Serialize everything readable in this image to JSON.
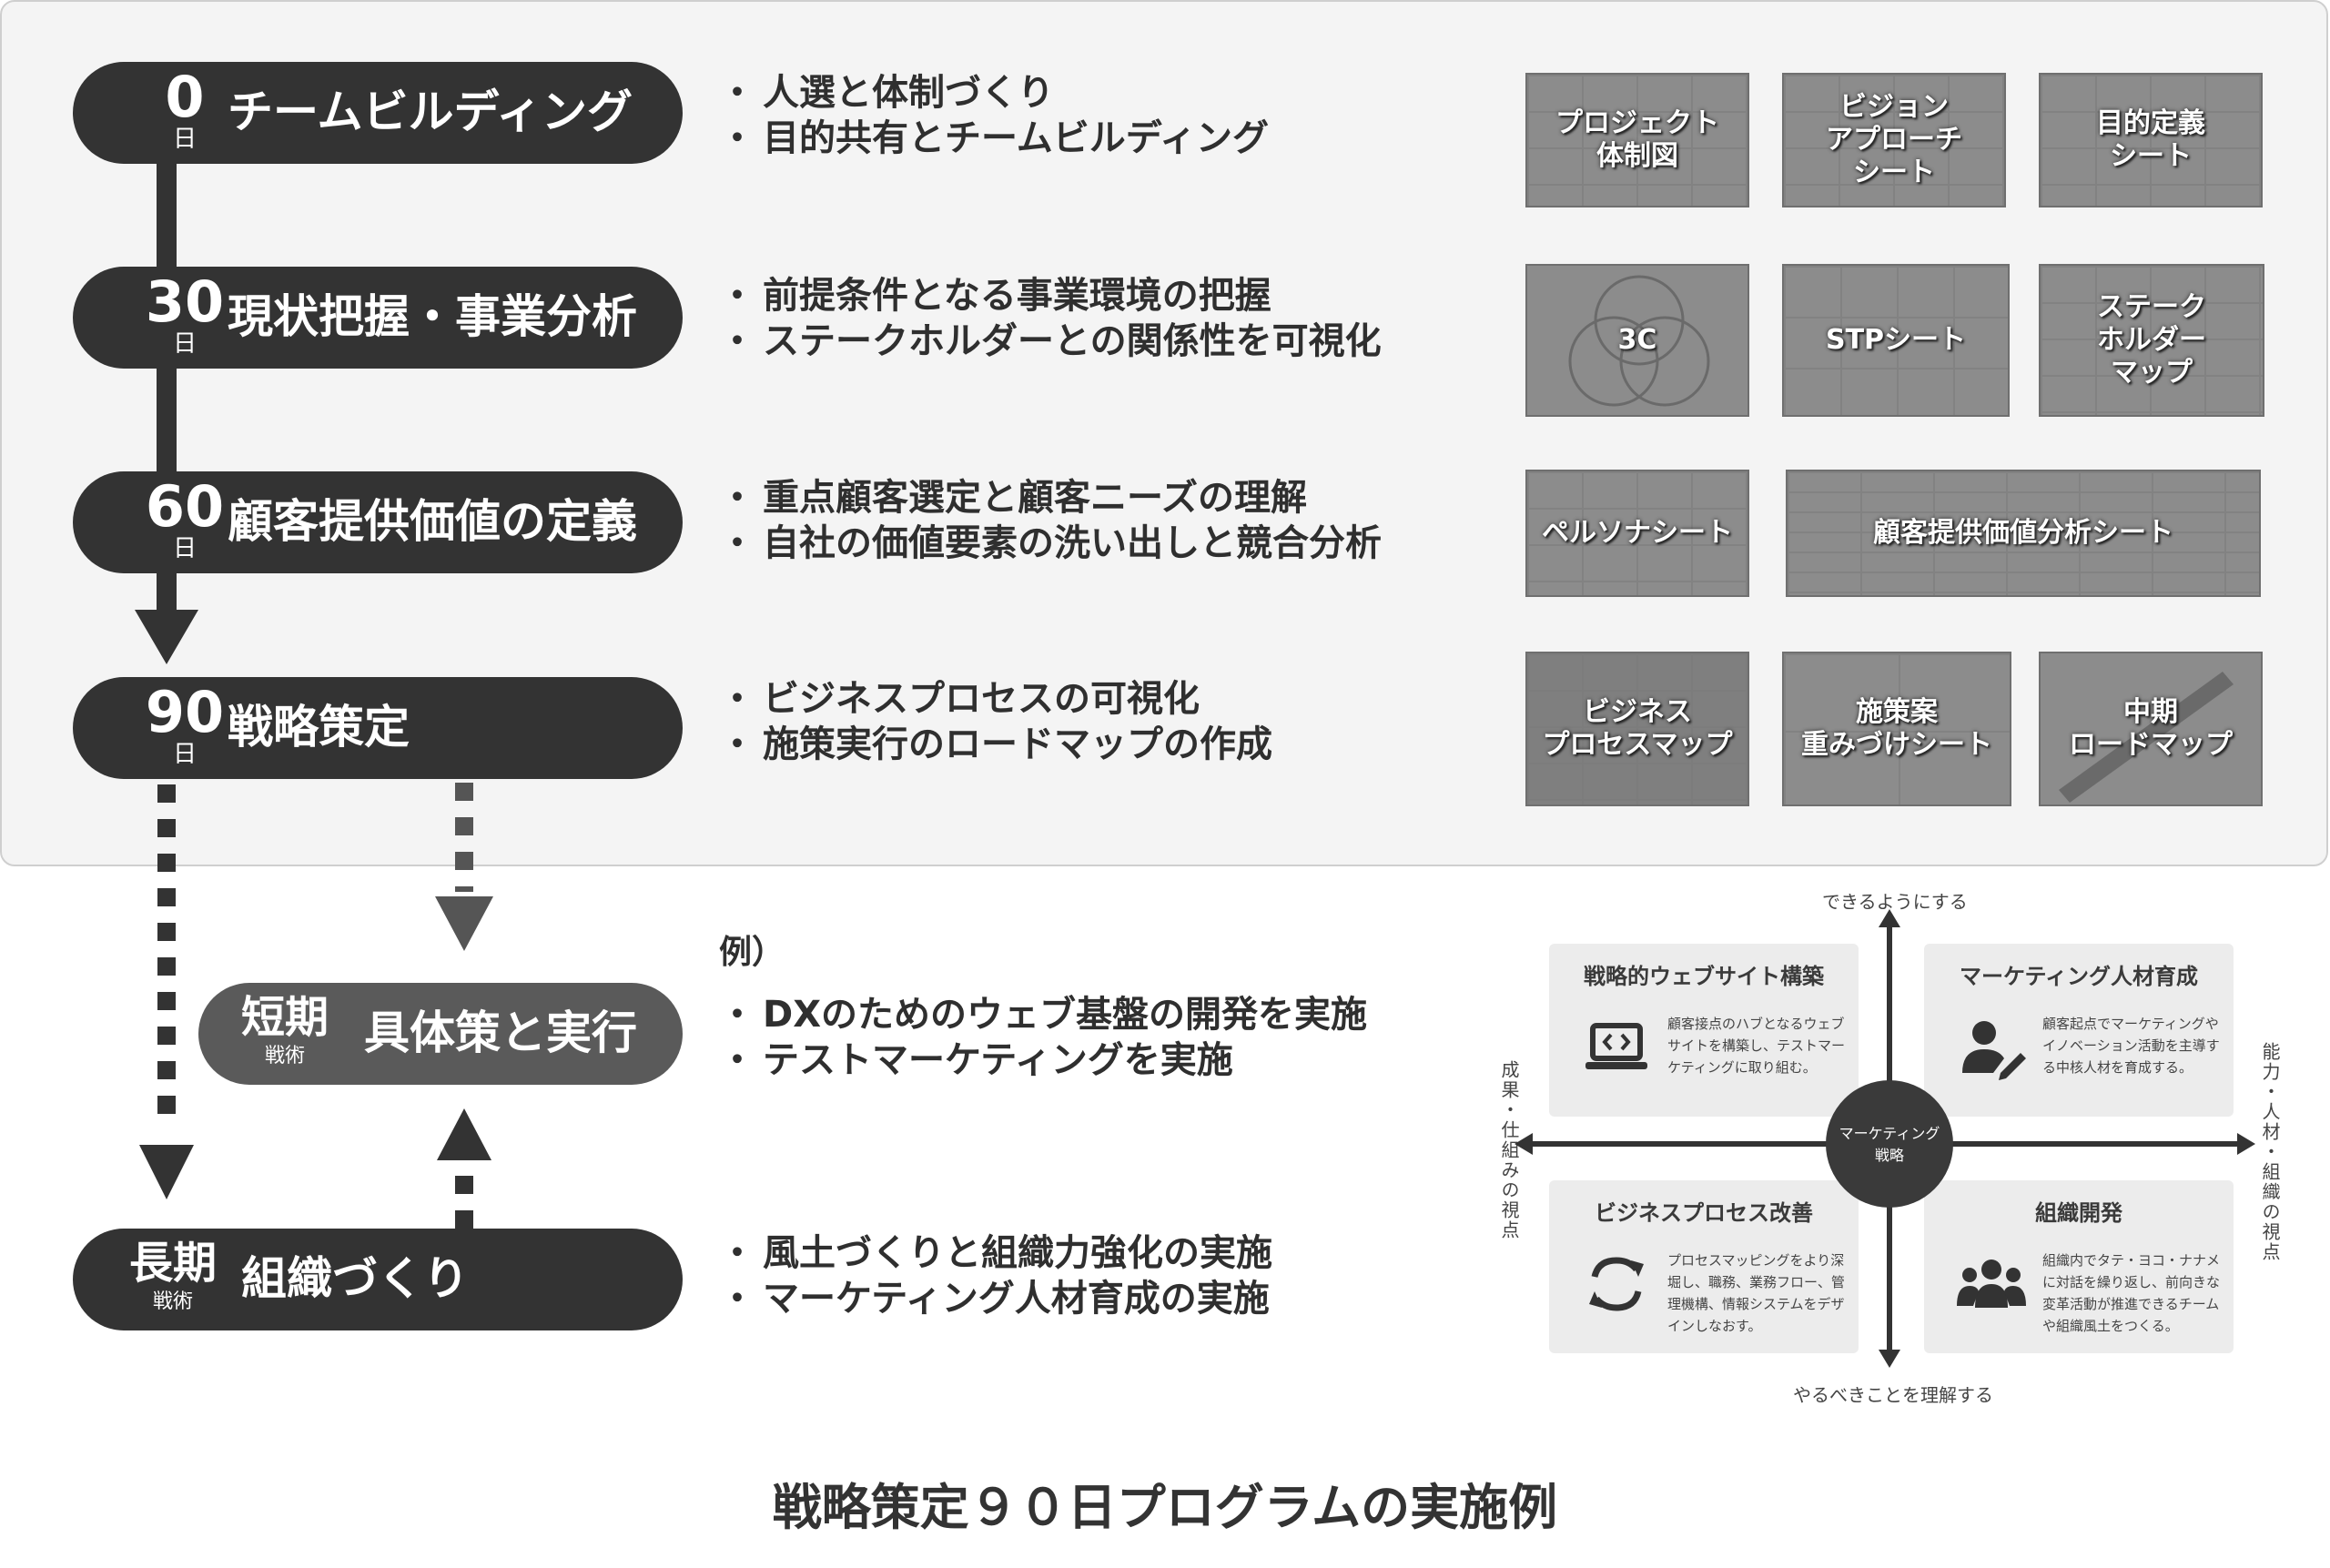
{
  "steps": [
    {
      "num": "0",
      "unit": "日",
      "title": "チームビルディング",
      "bullets": [
        "人選と体制づくり",
        "目的共有とチームビルディング"
      ]
    },
    {
      "num": "30",
      "unit": "日",
      "title": "現状把握・事業分析",
      "bullets": [
        "前提条件となる事業環境の把握",
        "ステークホルダーとの関係性を可視化"
      ]
    },
    {
      "num": "60",
      "unit": "日",
      "title": "顧客提供価値の定義",
      "bullets": [
        "重点顧客選定と顧客ニーズの理解",
        "自社の価値要素の洗い出しと競合分析"
      ]
    },
    {
      "num": "90",
      "unit": "日",
      "title": "戦略策定",
      "bullets": [
        "ビジネスプロセスの可視化",
        "施策実行のロードマップの作成"
      ]
    }
  ],
  "thumbs": [
    [
      "プロジェクト\n体制図",
      "ビジョン\nアプローチ\nシート",
      "目的定義\nシート"
    ],
    [
      "3C",
      "STPシート",
      "ステーク\nホルダー\nマップ"
    ],
    [
      "ペルソナシート",
      "顧客提供価値分析シート"
    ],
    [
      "ビジネス\nプロセスマップ",
      "施策案\n重みづけシート",
      "中期\nロードマップ"
    ]
  ],
  "short_term": {
    "big": "短期",
    "small": "戦術",
    "title": "具体策と実行",
    "label": "例）",
    "bullets": [
      "DXのためのウェブ基盤の開発を実施",
      "テストマーケティングを実施"
    ]
  },
  "long_term": {
    "big": "長期",
    "small": "戦術",
    "title": "組織づくり",
    "bullets": [
      "風土づくりと組織力強化の実施",
      "マーケティング人材育成の実施"
    ]
  },
  "matrix": {
    "top": "できるようにする",
    "bottom": "やるべきことを理解する",
    "left": "成果・仕組みの視点",
    "right": "能力・人材・組織の視点",
    "center": [
      "マーケティング",
      "戦略"
    ],
    "quadrants": [
      {
        "title": "戦略的ウェブサイト構築",
        "body": "顧客接点のハブとなるウェブサイトを構築し、テストマーケティングに取り組む。",
        "icon": "laptop-code-icon"
      },
      {
        "title": "マーケティング人材育成",
        "body": "顧客起点でマーケティングやイノベーション活動を主導する中核人材を育成する。",
        "icon": "person-edit-icon"
      },
      {
        "title": "ビジネスプロセス改善",
        "body": "プロセスマッピングをより深堀し、職務、業務フロー、管理機構、情報システムをデザインしなおす。",
        "icon": "cycle-arrows-icon"
      },
      {
        "title": "組織開発",
        "body": "組織内でタテ・ヨコ・ナナメに対話を繰り返し、前向きな変革活動が推進できるチームや組織風土をつくる。",
        "icon": "team-icon"
      }
    ]
  },
  "caption": "戦略策定９０日プログラムの実施例",
  "colors": {
    "pill": "#333333",
    "pill_short": "#5a5a5a",
    "panel": "#f4f4f4",
    "thumb": "#8c8c8c"
  }
}
